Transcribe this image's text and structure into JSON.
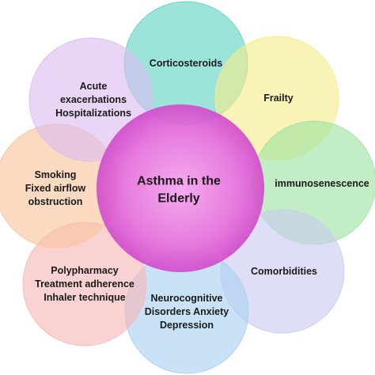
{
  "center": {
    "lines": [
      "Asthma in the",
      "Elderly"
    ],
    "color": "#e060d8"
  },
  "petals": [
    {
      "id": "corticosteroids",
      "lines": [
        "Corticosteroids"
      ],
      "color": "#5fd3c4"
    },
    {
      "id": "frailty",
      "lines": [
        "Frailty"
      ],
      "color": "#f6ec8a"
    },
    {
      "id": "immunosenescence",
      "lines": [
        "immunosenescence"
      ],
      "color": "#9ee3a2"
    },
    {
      "id": "comorbidities",
      "lines": [
        "Comorbidities"
      ],
      "color": "#c9cbf0"
    },
    {
      "id": "neurocognitive",
      "lines": [
        "Neurocognitive",
        "Disorders Anxiety",
        "Depression"
      ],
      "color": "#a9d0f2"
    },
    {
      "id": "polypharmacy",
      "lines": [
        "Polypharmacy",
        "Treatment adherence",
        "Inhaler technique"
      ],
      "color": "#f7b7b7"
    },
    {
      "id": "smoking",
      "lines": [
        "Smoking",
        "Fixed airflow",
        "obstruction"
      ],
      "color": "#f9c49d"
    },
    {
      "id": "acute",
      "lines": [
        "Acute",
        "exacerbations",
        "Hospitalizations"
      ],
      "color": "#dcbdf0"
    }
  ]
}
